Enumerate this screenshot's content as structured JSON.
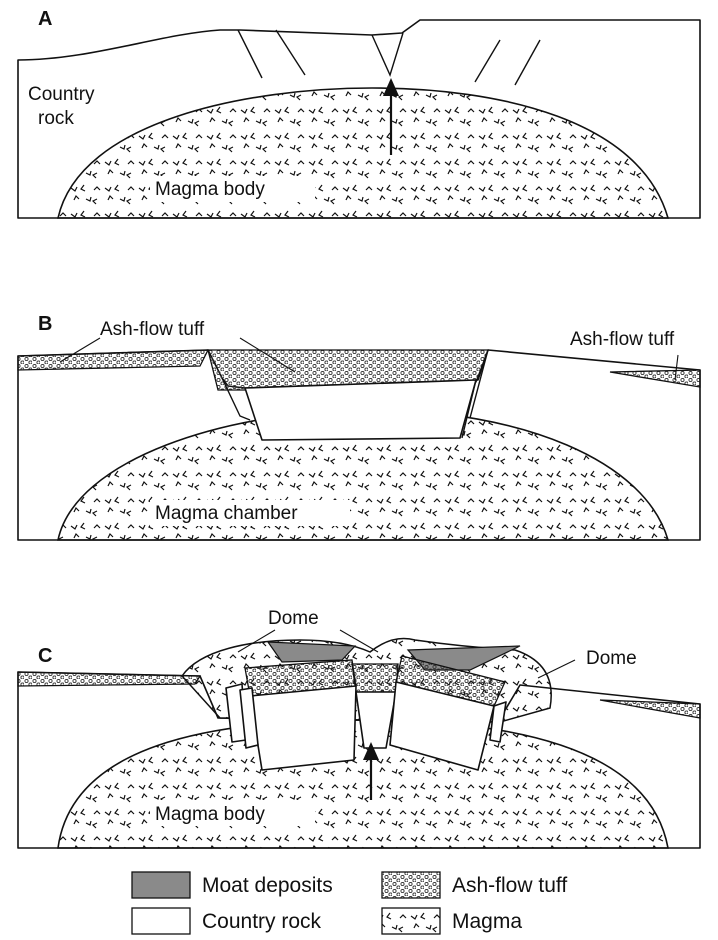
{
  "panels": [
    {
      "letter": "A",
      "labels": {
        "country_rock_1": "Country",
        "country_rock_2": "rock",
        "body": "Magma body"
      }
    },
    {
      "letter": "B",
      "labels": {
        "tuff_left": "Ash-flow tuff",
        "tuff_right": "Ash-flow tuff",
        "body": "Magma chamber"
      }
    },
    {
      "letter": "C",
      "labels": {
        "dome_left": "Dome",
        "dome_right": "Dome",
        "body": "Magma body"
      }
    }
  ],
  "legend": {
    "moat": "Moat deposits",
    "ash": "Ash-flow tuff",
    "country": "Country rock",
    "magma": "Magma"
  },
  "colors": {
    "moat": "#8a8a8a",
    "tuff_dot": "#333333",
    "ink": "#111111"
  }
}
